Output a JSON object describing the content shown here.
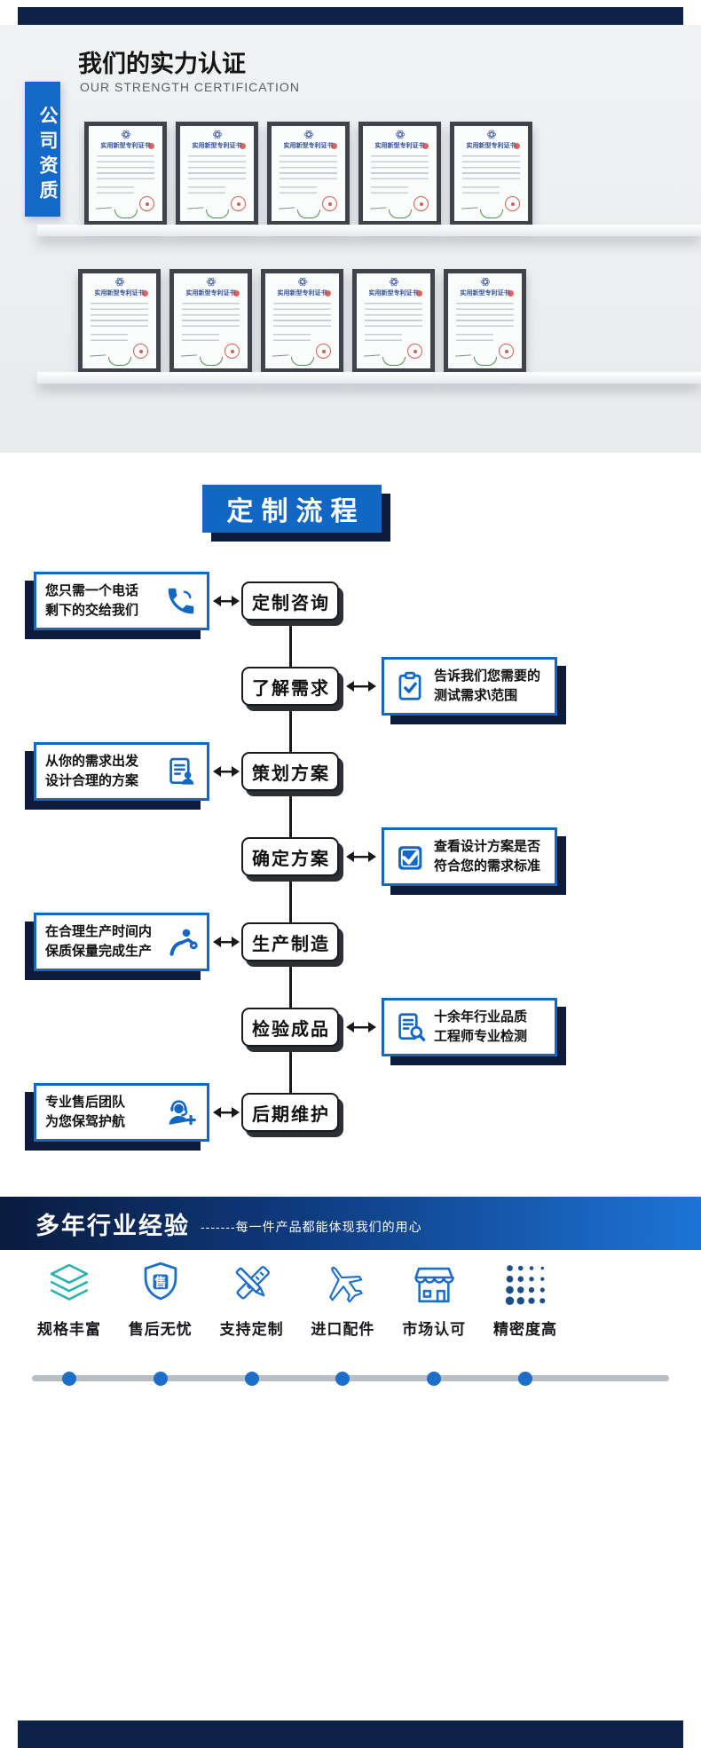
{
  "colors": {
    "accent_blue": "#1266c4",
    "navy_shadow": "#0d1b3c",
    "teal": "#29b3ae",
    "divider_navy": "#0e2146",
    "timeline_gray": "#b7bec4"
  },
  "qualification": {
    "tag": "公司资质",
    "title": "我们的实力认证",
    "subtitle": "OUR STRENGTH CERTIFICATION",
    "certificate_title": "实用新型专利证书",
    "shelf_rows": 2,
    "certificates_per_row": 5
  },
  "process": {
    "banner": "定制流程",
    "steps": [
      {
        "node": "定制咨询",
        "side": "left",
        "icon": "phone-icon",
        "note_lines": [
          "您只需一个电话",
          "剩下的交给我们"
        ]
      },
      {
        "node": "了解需求",
        "side": "right",
        "icon": "clipboard-check-icon",
        "note_lines": [
          "告诉我们您需要的",
          "测试需求\\范围"
        ]
      },
      {
        "node": "策划方案",
        "side": "left",
        "icon": "document-person-icon",
        "note_lines": [
          "从你的需求出发",
          "设计合理的方案"
        ]
      },
      {
        "node": "确定方案",
        "side": "right",
        "icon": "checkbox-icon",
        "note_lines": [
          "查看设计方案是否",
          "符合您的需求标准"
        ]
      },
      {
        "node": "生产制造",
        "side": "left",
        "icon": "worker-icon",
        "note_lines": [
          "在合理生产时间内",
          "保质保量完成生产"
        ]
      },
      {
        "node": "检验成品",
        "side": "right",
        "icon": "document-search-icon",
        "note_lines": [
          "十余年行业品质",
          "工程师专业检测"
        ]
      },
      {
        "node": "后期维护",
        "side": "left",
        "icon": "headset-icon",
        "note_lines": [
          "专业售后团队",
          "为您保驾护航"
        ]
      }
    ]
  },
  "experience": {
    "title": "多年行业经验",
    "subtitle": "-------每一件产品都能体现我们的用心",
    "features": [
      {
        "label": "规格丰富",
        "icon": "layers-icon"
      },
      {
        "label": "售后无忧",
        "icon": "shield-icon",
        "glyph": "售"
      },
      {
        "label": "支持定制",
        "icon": "custom-tools-icon"
      },
      {
        "label": "进口配件",
        "icon": "plane-icon"
      },
      {
        "label": "市场认可",
        "icon": "store-icon"
      },
      {
        "label": "精密度高",
        "icon": "dot-matrix-icon"
      }
    ]
  }
}
